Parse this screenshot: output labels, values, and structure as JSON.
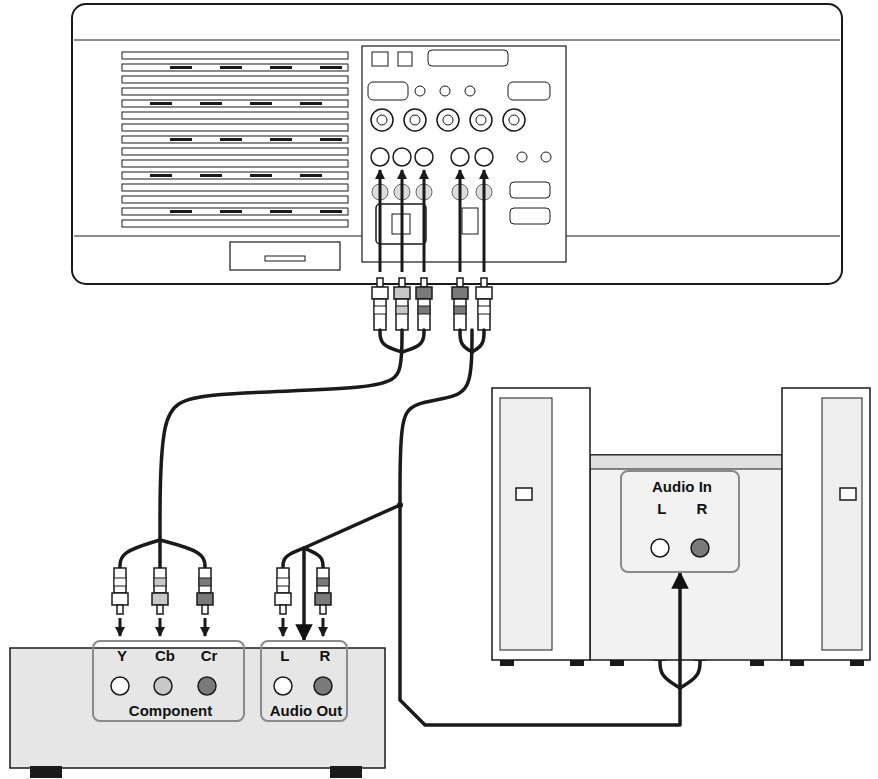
{
  "diagram": {
    "nodes": [
      {
        "text": [
          "Y",
          "Cb",
          "Cr",
          "Component"
        ]
      },
      {
        "text": [
          "L",
          "R",
          "Audio Out"
        ]
      },
      {
        "text": [
          "Audio In",
          "L",
          "R"
        ]
      }
    ],
    "edges": [
      {
        "from": 1,
        "to": 2,
        "arrow": "both"
      }
    ]
  }
}
